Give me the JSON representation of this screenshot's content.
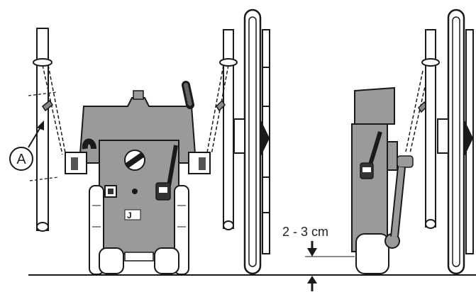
{
  "callout": {
    "label": "A"
  },
  "dimension": {
    "label": "2 - 3 cm"
  },
  "machine": {
    "logo_text": "J"
  },
  "colors": {
    "body": "#9a9a9a",
    "body_dark": "#6e6e6e",
    "outline": "#1a1a1a",
    "background": "#ffffff"
  },
  "icons": [
    "callout-circle",
    "pointer-arrow",
    "gap-arrow-down",
    "gap-arrow-up",
    "wheel-rim",
    "control-lever",
    "rotary-knob"
  ]
}
